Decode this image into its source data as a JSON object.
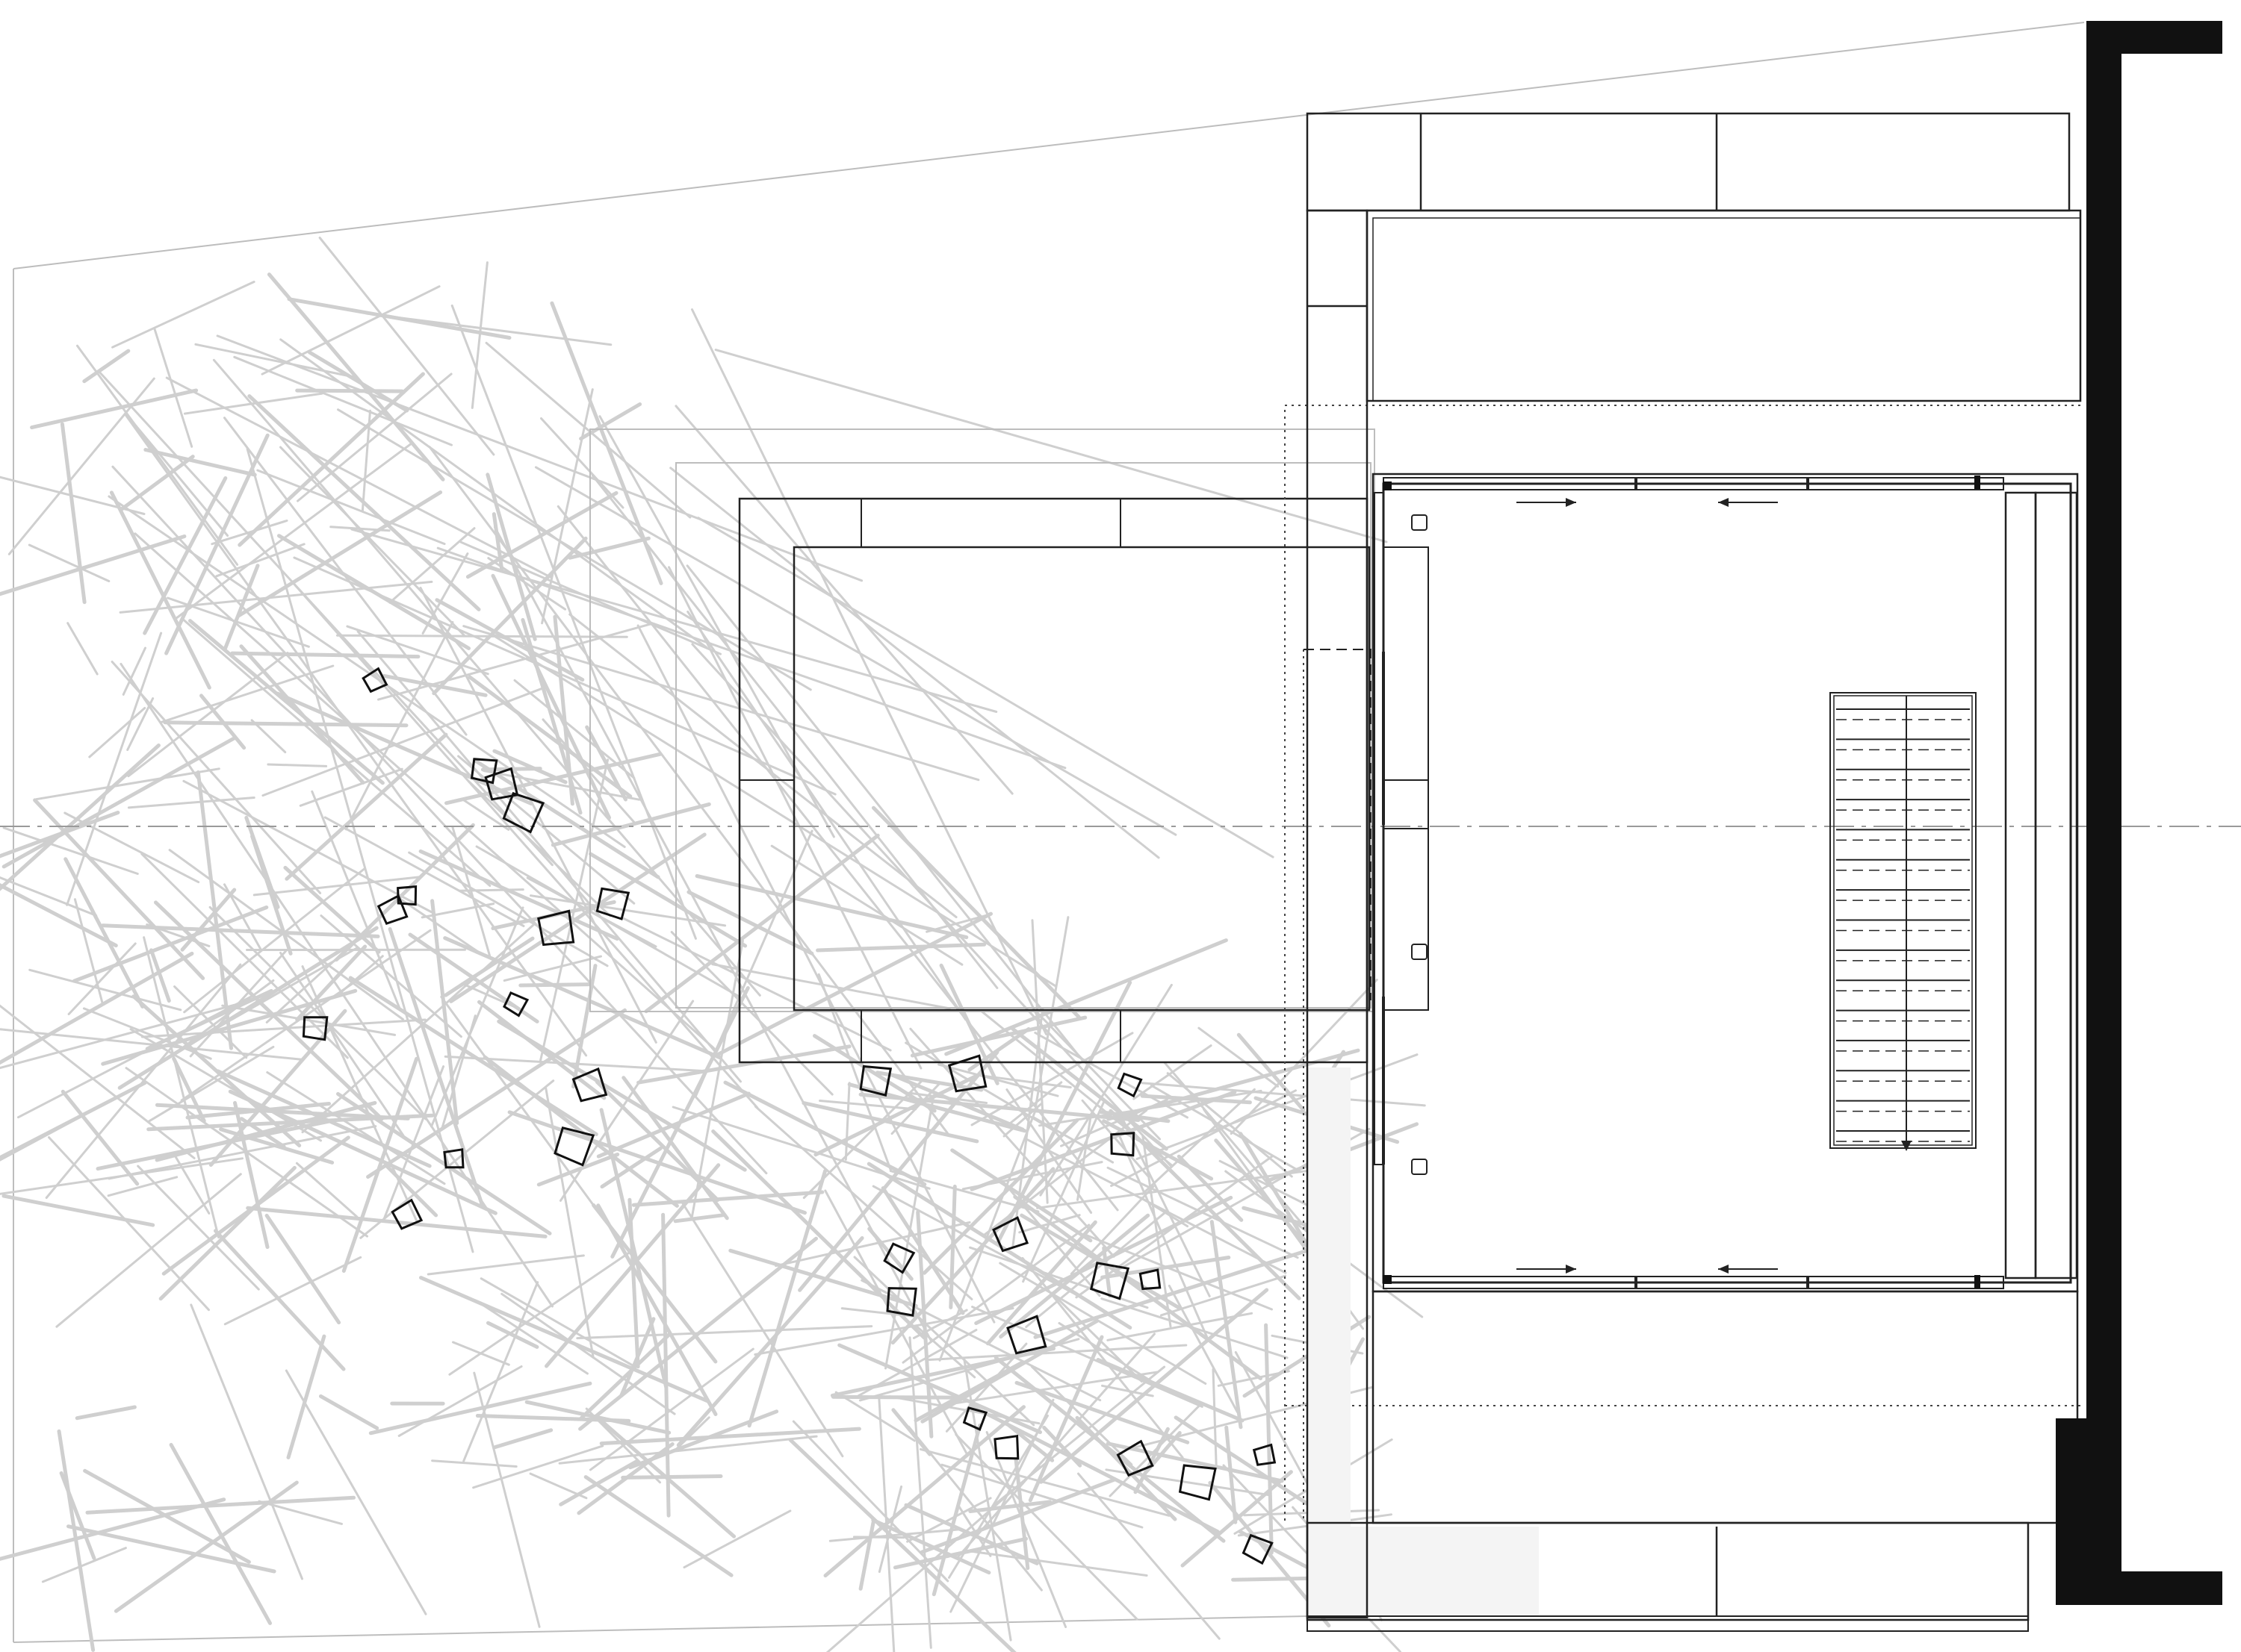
{
  "drawing": {
    "kind": "architectural-floor-plan",
    "annotations": [],
    "colors": {
      "background": "#ffffff",
      "wall_fill": "#111111",
      "primary_line": "#222222",
      "scatter_line": "#cfcfcf",
      "site_line": "#bdbdbd",
      "axis_line": "#9a9a9a",
      "shaded_area": "#f4f4f4"
    },
    "symbols": {
      "flow_arrows": [
        "arrow-right",
        "arrow-left",
        "arrow-right",
        "arrow-left"
      ],
      "stair_direction_arrow": "arrow-down"
    },
    "stair_treads": 15
  }
}
